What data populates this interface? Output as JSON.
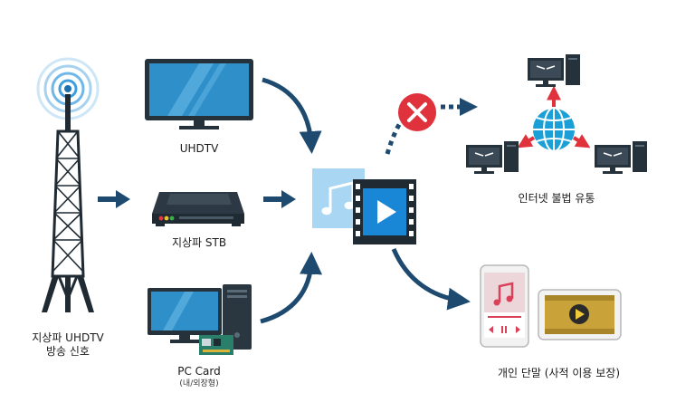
{
  "labels": {
    "tower_line1": "지상파 UHDTV",
    "tower_line2": "방송 신호",
    "uhdtv": "UHDTV",
    "stb": "지상파 STB",
    "pc_card": "PC Card",
    "pc_card_sub": "(내/외장형)",
    "illegal": "인터넷 불법 유통",
    "personal": "개인 단말 (사적 이용 보장)"
  },
  "colors": {
    "navy": "#1d4a6e",
    "screen_blue": "#2f8fc9",
    "dark": "#26323b",
    "red": "#e0323c",
    "globe": "#1aa0d6",
    "media_light": "#a9d6f2",
    "tower_ring": "#4aa8e0",
    "gold": "#c9a23a"
  },
  "icons": [
    "broadcast-tower-icon",
    "tv-icon",
    "set-top-box-icon",
    "pc-icon",
    "music-file-icon",
    "video-file-icon",
    "blocked-icon",
    "globe-icon",
    "computer-icon",
    "smartphone-icon",
    "tablet-icon"
  ]
}
